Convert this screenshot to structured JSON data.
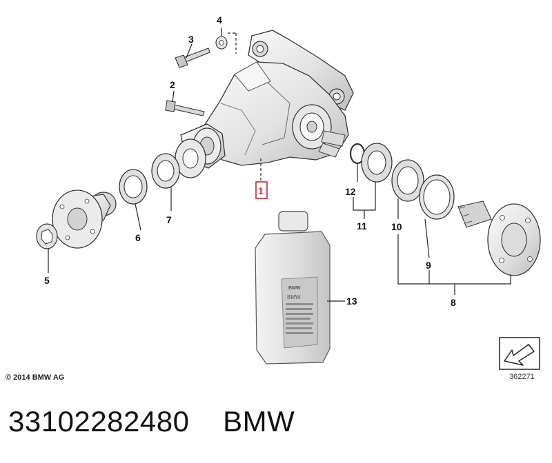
{
  "callouts": {
    "c1": "1",
    "c2": "2",
    "c3": "3",
    "c4": "4",
    "c5": "5",
    "c6": "6",
    "c7": "7",
    "c8": "8",
    "c9": "9",
    "c10": "10",
    "c11": "11",
    "c12": "12",
    "c13": "13"
  },
  "footer": {
    "copyright": "© 2014 BMW AG",
    "diagram_id": "362271",
    "part_number": "33102282480    BMW"
  },
  "oil_label": {
    "brand": "BMW",
    "short": "BMW"
  },
  "colors": {
    "highlight": "#d6202a",
    "part_fill": "#eeeeee",
    "part_shadow": "#c9c9c9"
  }
}
